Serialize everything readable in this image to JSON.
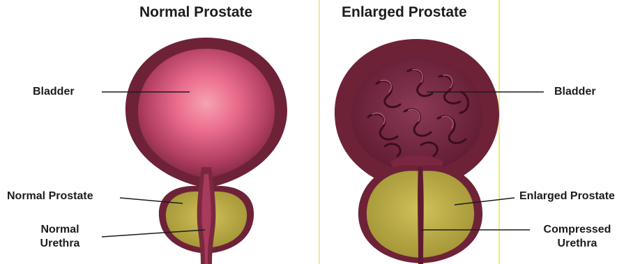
{
  "panels": {
    "normal": {
      "title": "Normal Prostate",
      "labels": {
        "bladder": "Bladder",
        "prostate": "Normal Prostate",
        "urethra_line1": "Normal",
        "urethra_line2": "Urethra"
      }
    },
    "enlarged": {
      "title": "Enlarged Prostate",
      "labels": {
        "bladder": "Bladder",
        "prostate": "Enlarged Prostate",
        "urethra_line1": "Compressed",
        "urethra_line2": "Urethra"
      }
    }
  },
  "colors": {
    "bladder_wall": "#6e2238",
    "bladder_inner_light": "#f07c98",
    "bladder_inner_dark": "#a03356",
    "prostate_fill": "#b8a945",
    "prostate_edge": "#6e2238",
    "divider": "#f2e88a"
  }
}
